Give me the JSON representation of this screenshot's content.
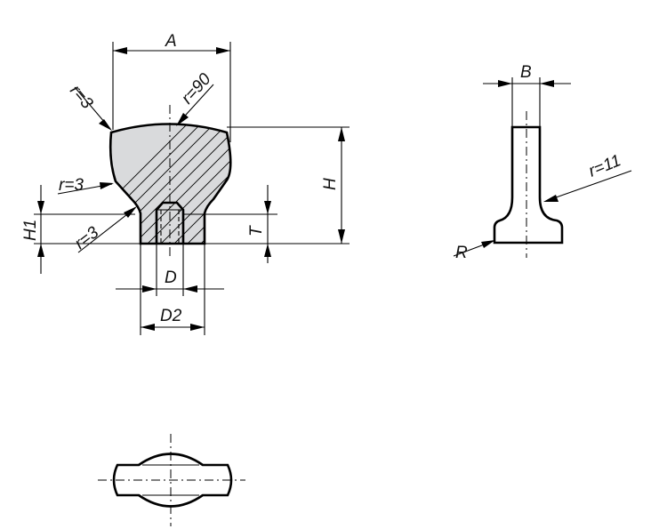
{
  "colors": {
    "part_fill": "#d9dadc",
    "line": "#000000",
    "background": "#ffffff"
  },
  "labels": {
    "A": "A",
    "B": "B",
    "H": "H",
    "H1": "H1",
    "T": "T",
    "D": "D",
    "D2": "D2",
    "R": "R",
    "r3_top": "r=3",
    "r90": "r=90",
    "r3_mid": "r=3",
    "r3_low": "r=3",
    "r11": "r=11"
  }
}
